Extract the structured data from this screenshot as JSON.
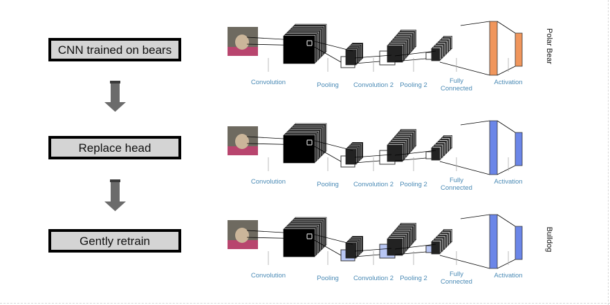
{
  "steps": [
    {
      "label": "CNN trained on bears",
      "output_label": "Polar Bear"
    },
    {
      "label": "Replace head",
      "output_label": ""
    },
    {
      "label": "Gently retrain",
      "output_label": "Bulldog"
    }
  ],
  "layer_labels": [
    "Convolution",
    "Pooling",
    "Convolution 2",
    "Pooling 2",
    "Fully\nConnected",
    "Activation"
  ],
  "colors": {
    "box_fill": "#d4d4d4",
    "arrow": "#6b6b6b",
    "label_blue": "#4a8ab5",
    "head_bears": "#f0965c",
    "head_new": "#6b86e8",
    "retrain_tint": "#b8c6f4"
  },
  "icons": {
    "down_arrow": "down-arrow-icon",
    "input_image": "bulldog-photo-icon"
  }
}
